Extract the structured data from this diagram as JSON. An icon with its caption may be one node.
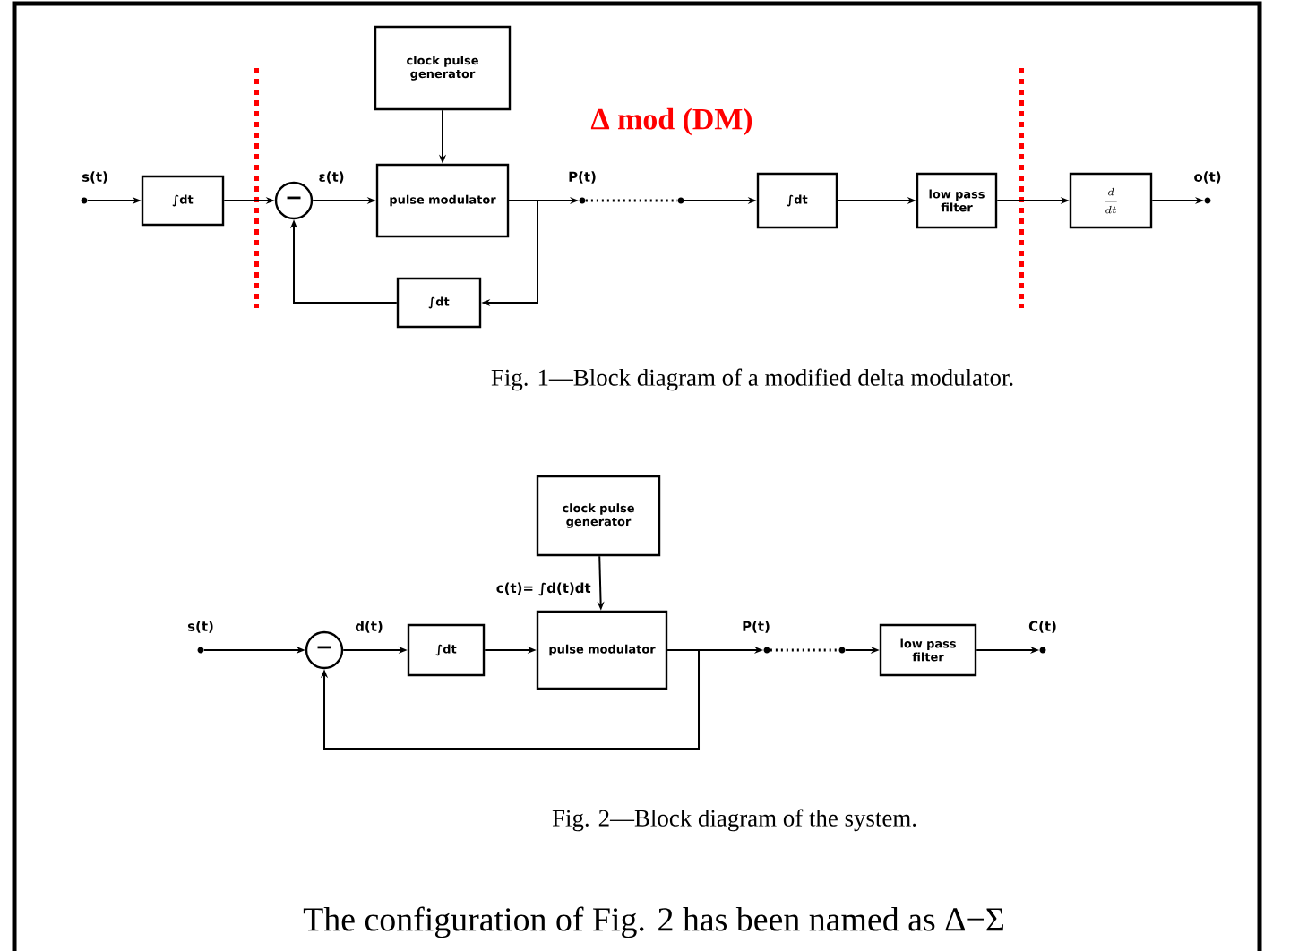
{
  "diagram": {
    "title": "Δ mod (DM)",
    "nodes": [
      {
        "text": [],
        "shape": "circle",
        "beside": [
          "s(t)"
        ]
      },
      {
        "text": [
          "∫dt"
        ]
      },
      {
        "text": [
          "−"
        ]
      },
      {
        "text": [
          "clock pulse generator"
        ]
      },
      {
        "text": [
          "pulse modulator"
        ]
      },
      {
        "text": [
          "∫dt"
        ]
      },
      {
        "text": [],
        "shape": "circle",
        "beside": [
          "P(t)"
        ]
      },
      {
        "text": [],
        "shape": "circle"
      },
      {
        "text": [
          "∫dt"
        ]
      },
      {
        "text": [
          "low pass filter"
        ]
      },
      {
        "text": [
          "\\frac{d}{dt}"
        ]
      },
      {
        "text": [],
        "shape": "circle",
        "beside": [
          "o(t)"
        ]
      },
      {
        "text": [],
        "shape": "circle",
        "beside": [
          "s(t)"
        ]
      },
      {
        "text": [
          "−"
        ]
      },
      {
        "text": [
          "∫dt"
        ]
      },
      {
        "text": [
          "clock pulse generator"
        ]
      },
      {
        "text": [
          "pulse modulator"
        ]
      },
      {
        "text": [],
        "shape": "circle",
        "beside": [
          "P(t)"
        ]
      },
      {
        "text": [],
        "shape": "circle"
      },
      {
        "text": [
          "low pass filter"
        ]
      },
      {
        "text": [],
        "shape": "circle",
        "beside": [
          "C(t)"
        ]
      }
    ],
    "edges": [
      {
        "from": 0,
        "to": 1,
        "arrow": "to"
      },
      {
        "from": 1,
        "to": 2,
        "arrow": "to"
      },
      {
        "from": 2,
        "to": 4,
        "arrow": "to",
        "label": "ε(t)"
      },
      {
        "from": 3,
        "to": 4,
        "arrow": "to"
      },
      {
        "from": 4,
        "to": 6,
        "arrow": "to"
      },
      {
        "from": 4,
        "to": 5,
        "arrow": "to"
      },
      {
        "from": 5,
        "to": 2,
        "arrow": "to"
      },
      {
        "from": 6,
        "to": 7,
        "arrow": "none",
        "style": "dashed"
      },
      {
        "from": 7,
        "to": 8,
        "arrow": "to"
      },
      {
        "from": 8,
        "to": 9,
        "arrow": "to"
      },
      {
        "from": 9,
        "to": 10,
        "arrow": "to"
      },
      {
        "from": 10,
        "to": 11,
        "arrow": "to"
      },
      {
        "from": 12,
        "to": 13,
        "arrow": "to"
      },
      {
        "from": 13,
        "to": 14,
        "arrow": "to",
        "label": "d(t)"
      },
      {
        "from": 14,
        "to": 16,
        "arrow": "to"
      },
      {
        "from": 15,
        "to": 16,
        "arrow": "to",
        "label": "c(t)= ∫d(t)dt"
      },
      {
        "from": 16,
        "to": 17,
        "arrow": "to"
      },
      {
        "from": 16,
        "to": 13,
        "arrow": "to"
      },
      {
        "from": 17,
        "to": 18,
        "arrow": "none",
        "style": "dashed"
      },
      {
        "from": 18,
        "to": 19,
        "arrow": "to"
      },
      {
        "from": 19,
        "to": 20,
        "arrow": "to"
      }
    ],
    "labels": [
      "Fig. 1—Block diagram of a modified delta modulator.",
      "Fig. 2—Block diagram of the system.",
      "The configuration of Fig. 2 has been named as Δ−Σ"
    ]
  }
}
